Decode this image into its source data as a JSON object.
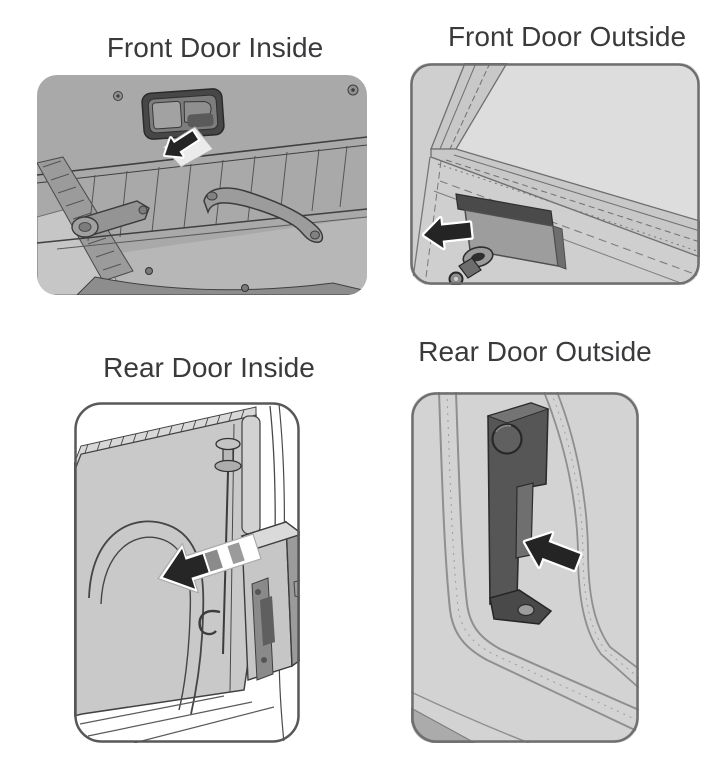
{
  "page": {
    "background_color": "#ffffff",
    "label_color": "#3a3a3c"
  },
  "figures": [
    {
      "id": "front-door-inside",
      "label": "Front Door Inside",
      "arrow_direction": "down-left",
      "arrow_style": "solid-black-white-outline"
    },
    {
      "id": "front-door-outside",
      "label": "Front Door Outside",
      "arrow_direction": "left",
      "arrow_style": "solid-black-white-outline"
    },
    {
      "id": "rear-door-inside",
      "label": "Rear Door Inside",
      "arrow_direction": "left",
      "arrow_style": "striped-black-white-outline"
    },
    {
      "id": "rear-door-outside",
      "label": "Rear Door Outside",
      "arrow_direction": "up-left",
      "arrow_style": "solid-black-white-outline"
    }
  ],
  "illustration_colors": {
    "panel_gray": "#a9a9a9",
    "light_gray": "#d3d3d3",
    "door_gray": "#c9c9c9",
    "dark_part_gray": "#565656",
    "line_ink": "#3e3e3e",
    "arrow_black": "#242424",
    "arrow_outline": "#ffffff"
  }
}
